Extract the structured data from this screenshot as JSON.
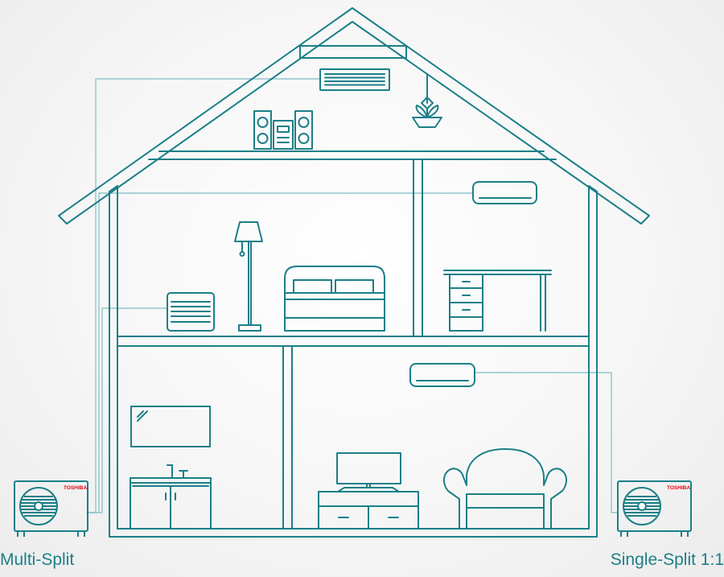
{
  "labels": {
    "multi_split": "Multi-Split",
    "single_split": "Single-Split 1:1"
  },
  "outdoor_units": {
    "brand": "TOSHIBA"
  },
  "colors": {
    "line": "#1c7f88",
    "pipe": "#8fc6cc",
    "brand": "#e30613"
  }
}
